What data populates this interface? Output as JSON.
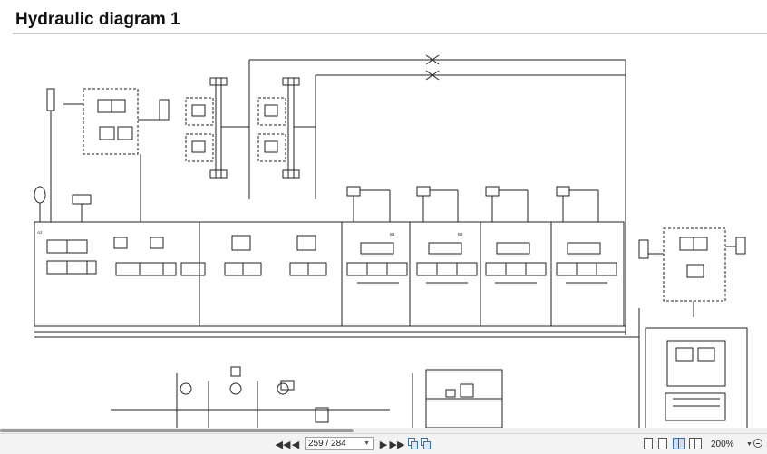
{
  "document": {
    "title": "Hydraulic diagram 1"
  },
  "toolbar": {
    "first_page_icon": "first-page-icon",
    "prev_page_icon": "previous-page-icon",
    "page_indicator": "259 / 284",
    "next_page_icon": "next-page-icon",
    "last_page_icon": "last-page-icon",
    "zoom_level": "200%"
  },
  "diagram_labels": {
    "left_valve": "A2",
    "center_tag": "B1",
    "right_tag": "B2"
  }
}
